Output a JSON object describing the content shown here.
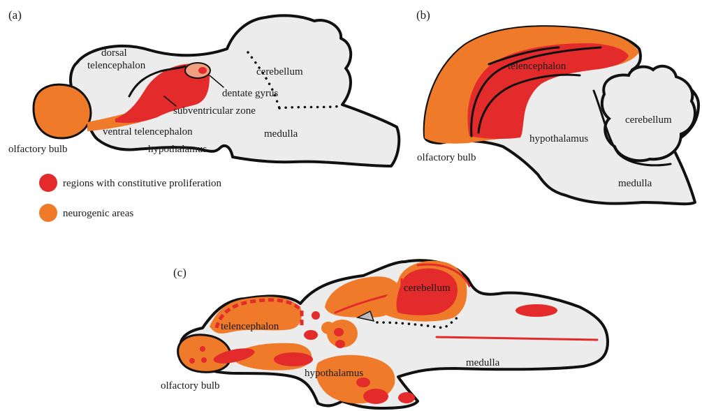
{
  "panels": {
    "a": {
      "tag": "(a)",
      "labels": {
        "dorsal_telencephalon": [
          "dorsal",
          "telencephalon"
        ],
        "cerebellum": "cerebellum",
        "dentate_gyrus": "dentate gyrus",
        "subventricular_zone": "subventricular zone",
        "ventral_telencephalon": "ventral telencephalon",
        "medulla": "medulla",
        "olfactory_bulb": "olfactory bulb",
        "hypothalamus": "hypothalamus"
      },
      "legend": [
        {
          "label": "regions with constitutive proliferation",
          "color": "#e32b2b"
        },
        {
          "label": "neurogenic areas",
          "color": "#ef7a2a"
        }
      ]
    },
    "b": {
      "tag": "(b)",
      "labels": {
        "telencephalon": "telencephalon",
        "cerebellum": "cerebellum",
        "hypothalamus": "hypothalamus",
        "olfactory_bulb": "olfactory bulb",
        "medulla": "medulla"
      }
    },
    "c": {
      "tag": "(c)",
      "labels": {
        "cerebellum": "cerebellum",
        "telencephalon": "telencephalon",
        "medulla": "medulla",
        "hypothalamus": "hypothalamus",
        "olfactory_bulb": "olfactory bulb"
      }
    }
  },
  "colors": {
    "proliferation_red": "#e32b2b",
    "neurogenic_orange": "#ef7a2a",
    "tissue_grey": "#ececec",
    "outline": "#111111"
  }
}
